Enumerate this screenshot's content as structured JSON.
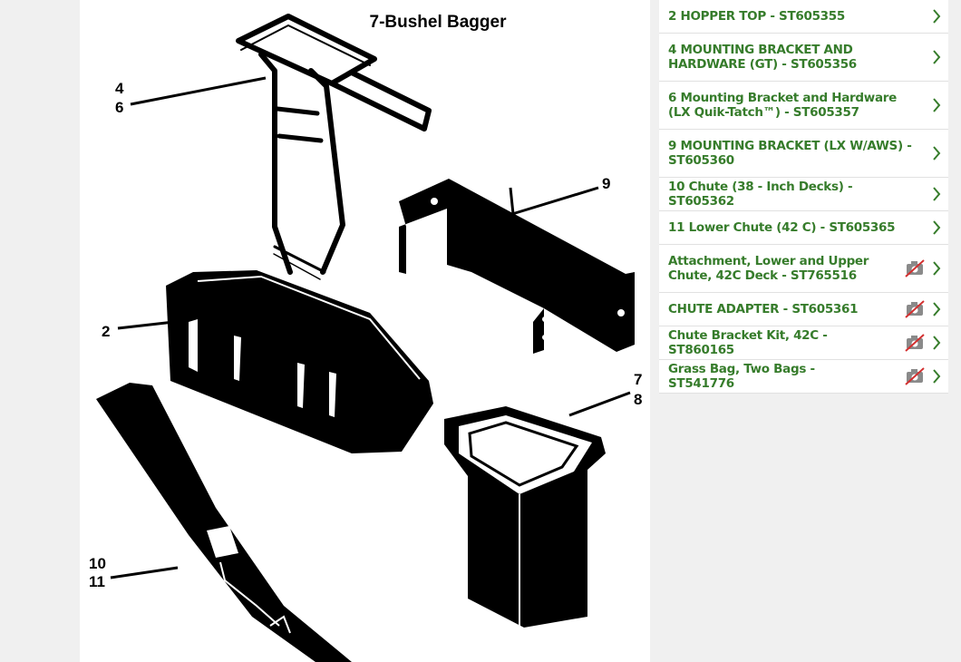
{
  "diagram": {
    "title": "7-Bushel Bagger",
    "callouts": [
      {
        "id": "4",
        "text": "4"
      },
      {
        "id": "6",
        "text": "6"
      },
      {
        "id": "9",
        "text": "9"
      },
      {
        "id": "2",
        "text": "2"
      },
      {
        "id": "7",
        "text": "7"
      },
      {
        "id": "8",
        "text": "8"
      },
      {
        "id": "10",
        "text": "10"
      },
      {
        "id": "11",
        "text": "11"
      }
    ]
  },
  "parts": [
    {
      "label": "2 HOPPER TOP - ST605355",
      "no_image": false,
      "chevron_icon": "chevron-right-icon"
    },
    {
      "label": "4 MOUNTING BRACKET AND HARDWARE (GT) - ST605356",
      "no_image": false,
      "chevron_icon": "chevron-right-icon"
    },
    {
      "label": "6 Mounting Bracket and Hardware (LX Quik-Tatch™) - ST605357",
      "no_image": false,
      "chevron_icon": "chevron-right-icon"
    },
    {
      "label": "9 MOUNTING BRACKET (LX W/AWS) - ST605360",
      "no_image": false,
      "chevron_icon": "chevron-right-icon"
    },
    {
      "label": "10 Chute (38 - Inch Decks) - ST605362",
      "no_image": false,
      "chevron_icon": "chevron-right-icon"
    },
    {
      "label": "11 Lower Chute (42 C) - ST605365",
      "no_image": false,
      "chevron_icon": "chevron-right-icon"
    },
    {
      "label": "Attachment, Lower and Upper Chute, 42C Deck - ST765516",
      "no_image": true,
      "badge_icon": "no-image-camera-icon",
      "chevron_icon": "chevron-right-icon"
    },
    {
      "label": "CHUTE ADAPTER - ST605361",
      "no_image": true,
      "badge_icon": "no-image-camera-icon",
      "chevron_icon": "chevron-right-icon"
    },
    {
      "label": "Chute Bracket Kit, 42C - ST860165",
      "no_image": true,
      "badge_icon": "no-image-camera-icon",
      "chevron_icon": "chevron-right-icon"
    },
    {
      "label": "Grass Bag, Two Bags - ST541776",
      "no_image": true,
      "badge_icon": "no-image-camera-icon",
      "chevron_icon": "chevron-right-icon"
    }
  ],
  "colors": {
    "accent_green": "#367c2b",
    "badge_red": "#d32f2f",
    "badge_gray": "#8a8a8a"
  }
}
